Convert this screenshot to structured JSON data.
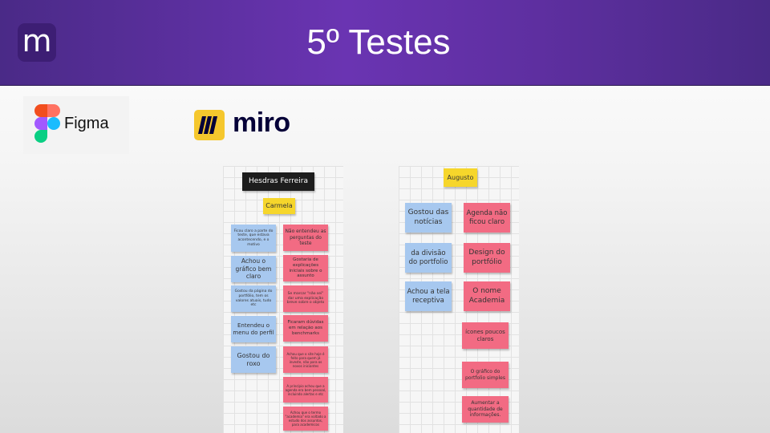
{
  "header": {
    "logo_letter": "m",
    "title": "5º Testes"
  },
  "logos": {
    "figma": "Figma",
    "miro": "miro"
  },
  "board1": {
    "name": "Hesdras Ferreira",
    "tag": "Carmela",
    "blue_notes": [
      "Ficou claro a parte do teste, que estava acontecendo, e o motivo",
      "Achou o gráfico bem claro",
      "Gostou da página do portfólio, tem os valores atuais, tudo etc",
      "Entendeu o menu do perfil",
      "Gostou do roxo"
    ],
    "pink_notes": [
      "Não entendeu as perguntas do teste",
      "Gostaria de explicações iniciais sobre o assunto",
      "Se marcar \"não sei\" dar uma explicação breve sobre o objeto",
      "Ficaram dúvidas em relação aos benchmarks",
      "Achou que o site hoje é feito para quem já investe, não para os novos iniciantes",
      "A princípio achou que a agenda era bem pessoal, incluindo alertas e etc",
      "Achou que o termo \"academia\" era voltado a estudo dos assuntos, para academicos"
    ]
  },
  "board2": {
    "tag": "Augusto",
    "blue_notes": [
      "Gostou das notícias",
      "da divisão do portfolio",
      "Achou a tela receptiva"
    ],
    "pink_notes": [
      "Agenda não ficou claro",
      "Design do portfólio",
      "O nome Academia",
      "ícones poucos claros",
      "O gráfico do portfolio simples",
      "Aumentar a quantidade de informações."
    ]
  }
}
